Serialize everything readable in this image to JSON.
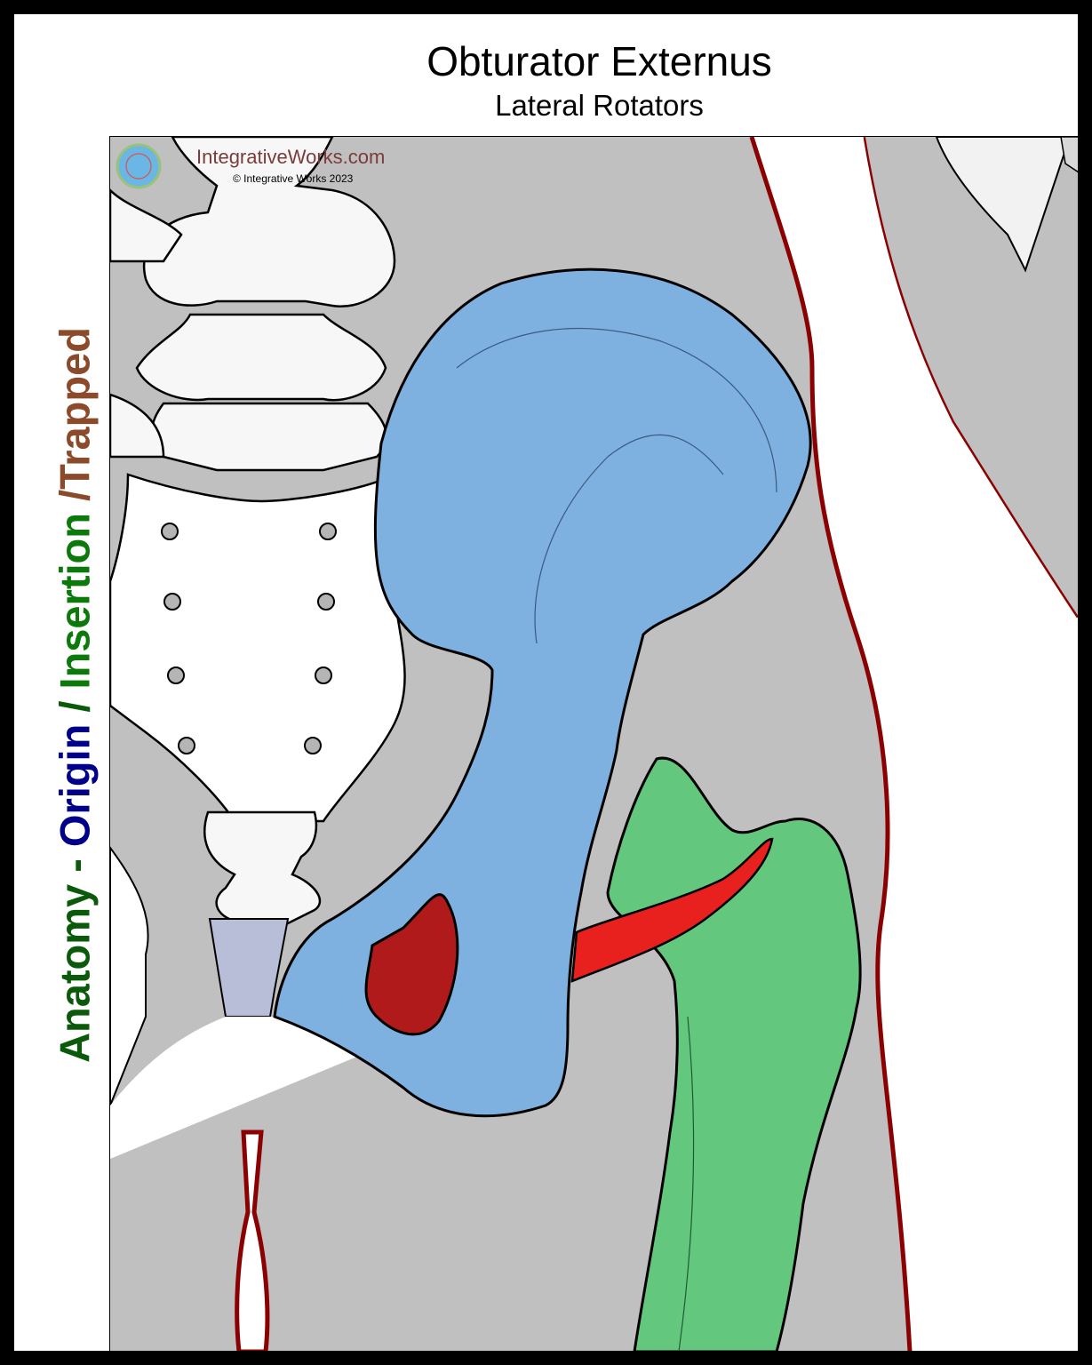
{
  "header": {
    "title": "Obturator Externus",
    "subtitle": "Lateral Rotators"
  },
  "side_label": {
    "part1": "Anatomy - ",
    "part2": "Origin",
    "part3": " / ",
    "part4": "Insertion",
    "part5": " /",
    "part6": "Trapped"
  },
  "watermark": {
    "site": "IntegrativeWorks.com",
    "copyright": "© Integrative Works 2023",
    "logo_text": "IntegrativeWorks.com"
  },
  "colors": {
    "origin_blue": "#7eb0e0",
    "insertion_green": "#63c87d",
    "muscle_red": "#e8201e",
    "muscle_dark_red": "#b01a1a",
    "outline_maroon": "#8b0000",
    "background_gray": "#c0c0c0",
    "label_green": "#0b5a0b",
    "label_blue": "#00008b",
    "label_brown": "#8b4a2a"
  }
}
